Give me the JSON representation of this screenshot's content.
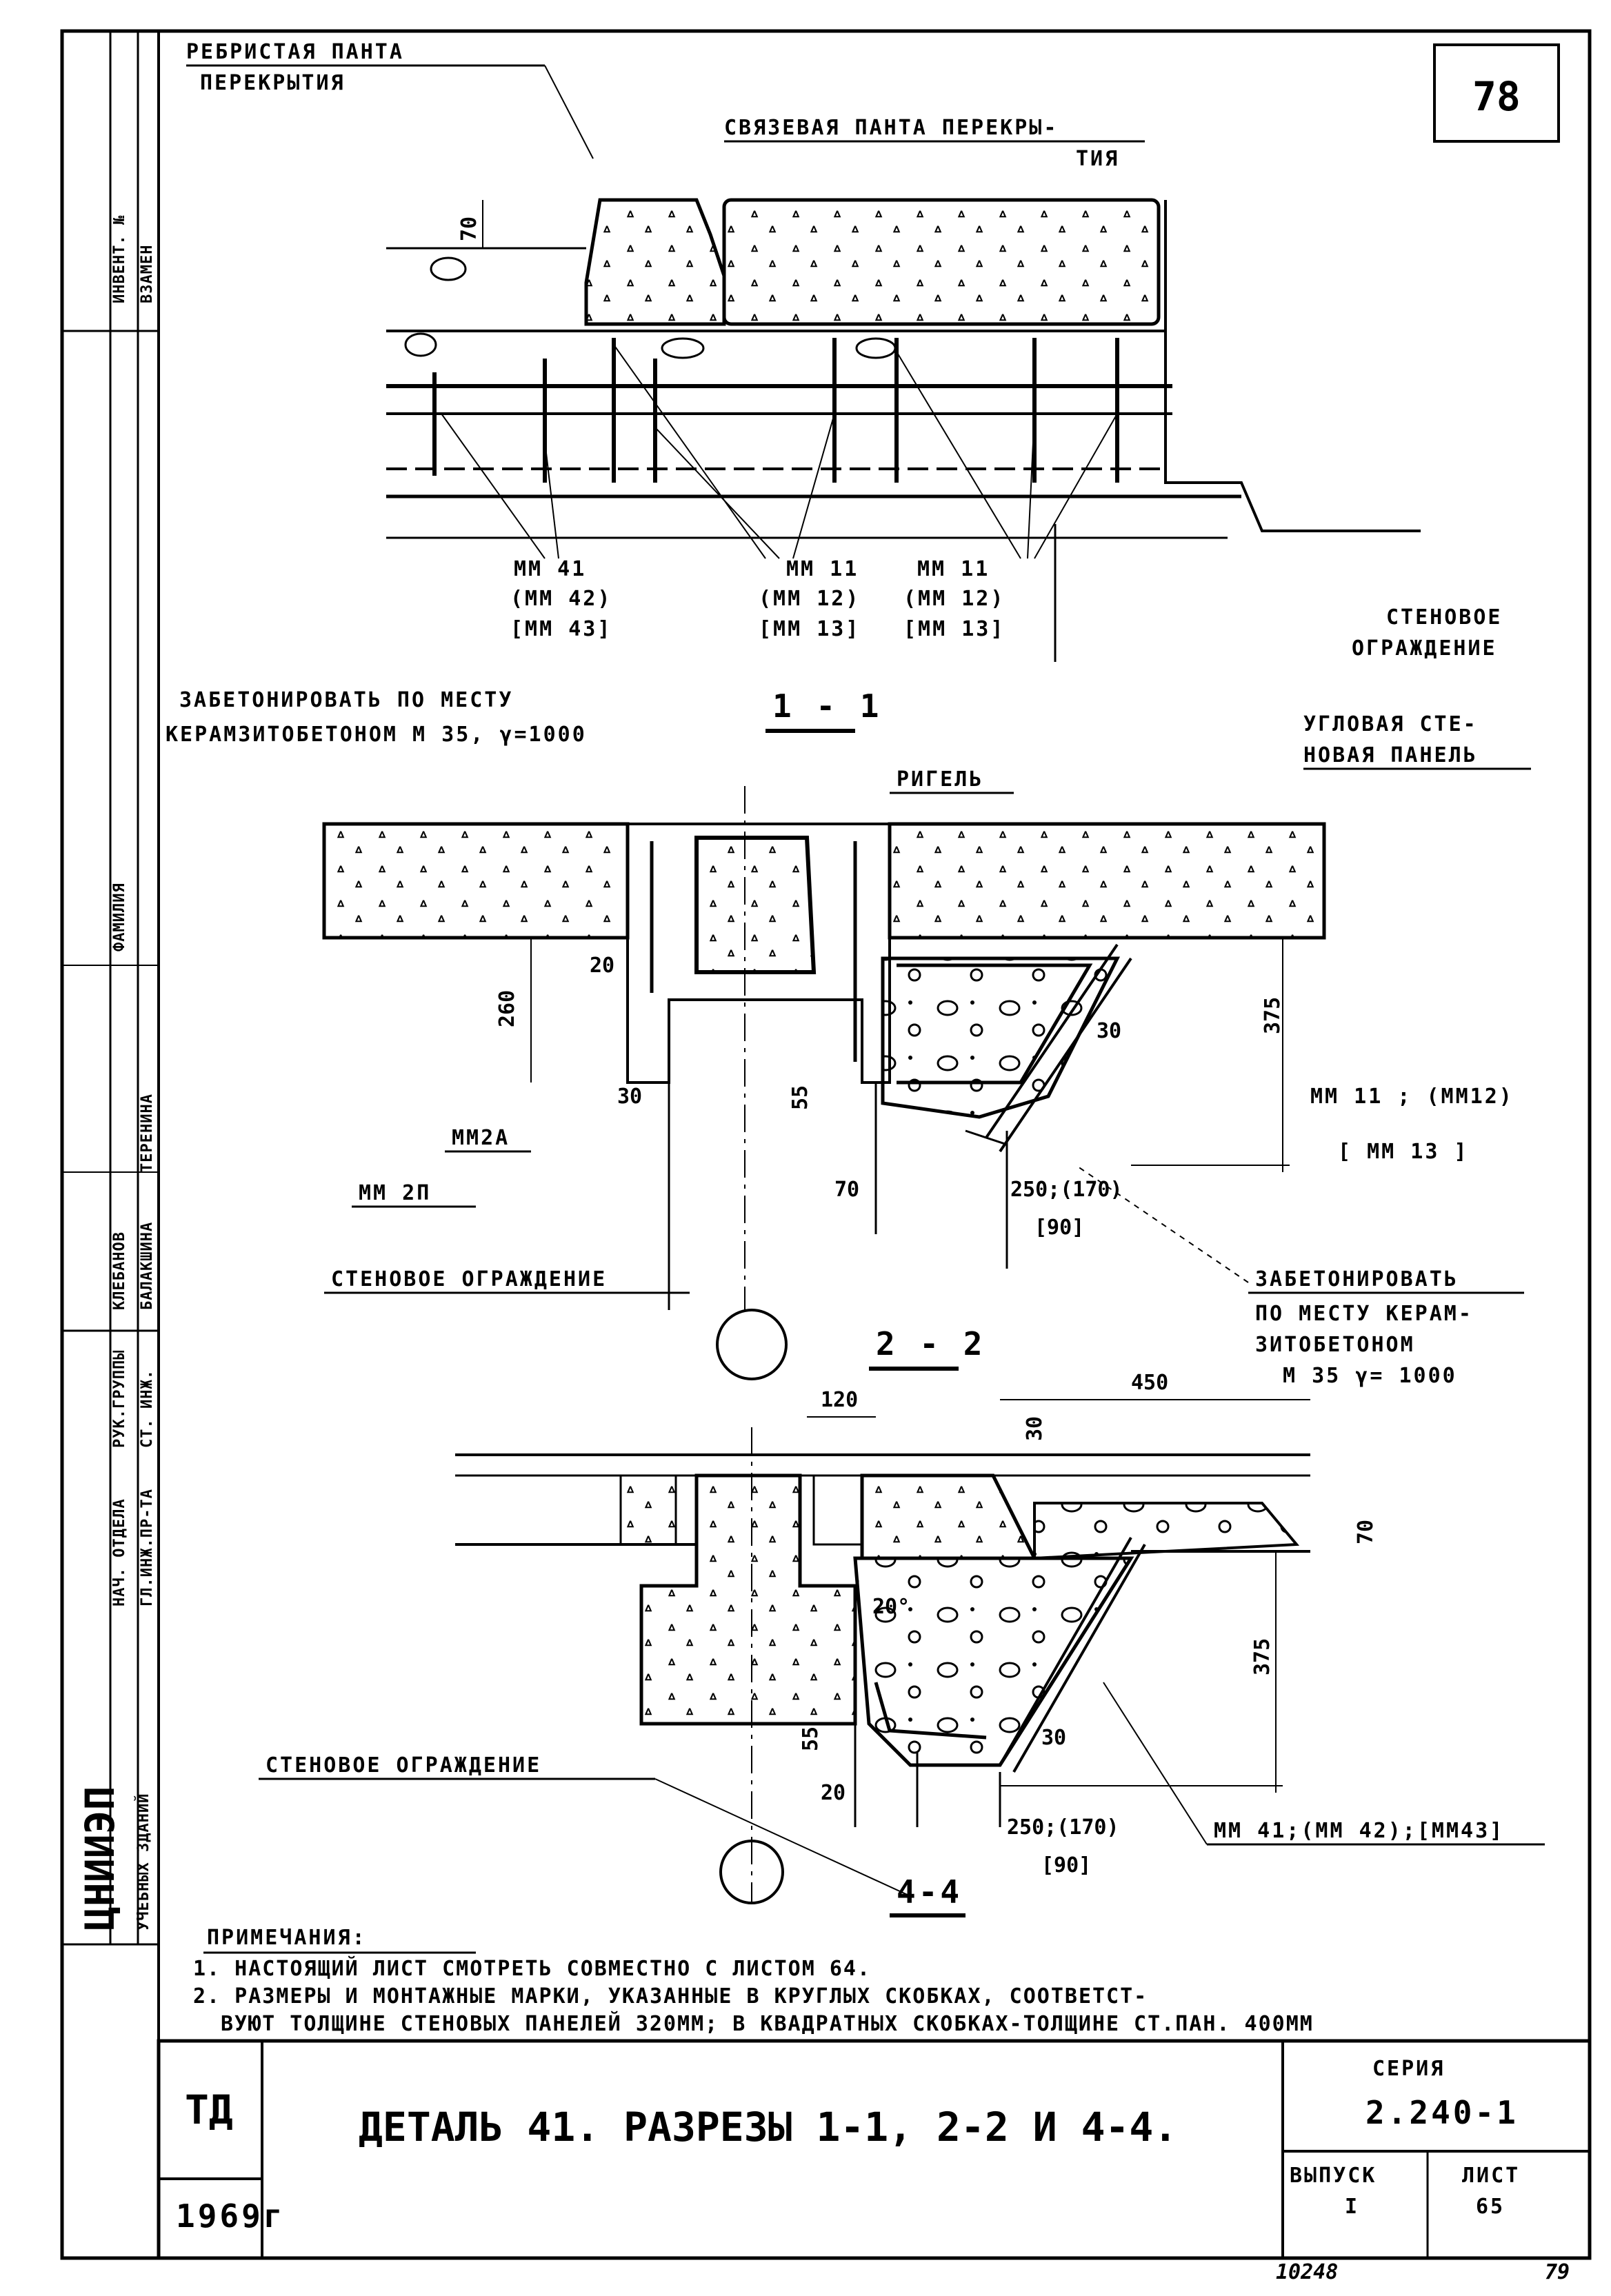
{
  "sheet_number_top": "78",
  "labels": {
    "ribbed_slab_1": "РЕБРИСТАЯ ПАНТА",
    "ribbed_slab_2": "ПЕРЕКРЫТИЯ",
    "tie_slab_1": "СВЯЗЕВАЯ ПАНТА ПЕРЕКРЫ-",
    "tie_slab_2": "ТИЯ",
    "wall_enclosure_1": "СТЕНОВОЕ",
    "wall_enclosure_2": "ОГРАЖДЕНИЕ",
    "concrete_fill_1": "ЗАБЕТОНИРОВАТЬ ПО МЕСТУ",
    "concrete_fill_2": "КЕРАМЗИТОБЕТОНОМ М 35, γ=1000",
    "section_1_1": "1 - 1",
    "rigel": "РИГЕЛЬ",
    "corner_panel_1": "УГЛОВАЯ СТЕ-",
    "corner_panel_2": "НОВАЯ ПАНЕЛЬ",
    "mm2a": "ММ2А",
    "mm2p": "ММ 2П",
    "wall_enclosure_mid": "СТЕНОВОЕ ОГРАЖДЕНИЕ",
    "section_2_2": "2 - 2",
    "concrete_fill_b1": "ЗАБЕТОНИРОВАТЬ",
    "concrete_fill_b2": "ПО МЕСТУ КЕРАМ-",
    "concrete_fill_b3": "ЗИТОБЕТОНОМ",
    "concrete_fill_b4": "М 35   γ= 1000",
    "wall_enclosure_low": "СТЕНОВОЕ ОГРАЖДЕНИЕ",
    "section_4_4": "4-4"
  },
  "marks": {
    "mm41": "ММ 41",
    "mm42": "(ММ 42)",
    "mm43": "[ММ 43]",
    "mm11_a": "ММ 11",
    "mm12_a": "(ММ 12)",
    "mm13_a": "[ММ 13]",
    "mm11_b": "ММ 11",
    "mm12_b": "(ММ 12)",
    "mm13_b": "[ММ 13]",
    "mm11_right": "ММ 11 ; (ММ12)",
    "mm13_right": "[ ММ 13 ]",
    "mm41_bottom": "ММ 41;(ММ 42);[ММ43]"
  },
  "dims": {
    "d70_top": "70",
    "d20": "20",
    "d260": "260",
    "d30": "30",
    "d55": "55",
    "d70_mid": "70",
    "d375_mid": "375",
    "d30_mid": "30",
    "d250_mid": "250;(170)",
    "d90_mid": "[90]",
    "d120": "120",
    "d450": "450",
    "d30_low": "30",
    "d70_low": "70",
    "d20_deg": "20°",
    "d375_low": "375",
    "d30_low2": "30",
    "d55_low": "55",
    "d20_low": "20",
    "d250_low": "250;(170)",
    "d90_low": "[90]"
  },
  "notes": {
    "title": "ПРИМЕЧАНИЯ:",
    "n1": "1. НАСТОЯЩИЙ ЛИСТ СМОТРЕТЬ СОВМЕСТНО С ЛИСТОМ 64.",
    "n2a": "2. РАЗМЕРЫ И МОНТАЖНЫЕ МАРКИ, УКАЗАННЫЕ В КРУГЛЫХ СКОБКАХ, СООТВЕТСТ-",
    "n2b": "ВУЮТ ТОЛЩИНЕ СТЕНОВЫХ ПАНЕЛЕЙ 320ММ; В КВАДРАТНЫХ СКОБКАХ-ТОЛЩИНЕ СТ.ПАН. 400ММ"
  },
  "title_block": {
    "td": "ТД",
    "year": "1969г",
    "title": "ДЕТАЛЬ 41.   РАЗРЕЗЫ 1-1, 2-2 И 4-4.",
    "series_label": "СЕРИЯ",
    "series_value": "2.240-1",
    "issue_label": "ВЫПУСК",
    "issue_value": "I",
    "sheet_label": "ЛИСТ",
    "sheet_value": "65"
  },
  "footer": {
    "number_left": "10248",
    "number_right": "79"
  },
  "left_strip": {
    "inventory": "ИНВЕНТ. №",
    "replace": "ВЗАМЕН",
    "org": "ЦНИИЭП",
    "org_sub": "УЧЕБНЫХ ЗДАНИЙ",
    "roles": [
      "НАЧ. ОТДЕЛА",
      "ГЛ.ИНЖ.ПР-ТА",
      "РУК.ГРУППЫ",
      "СТ. ИНЖ."
    ],
    "names": [
      "КЛЕБАНОВ",
      "БАЛАКШИНА",
      "ТЕРЕНИНА"
    ],
    "header": "ФАМИЛИЯ"
  }
}
